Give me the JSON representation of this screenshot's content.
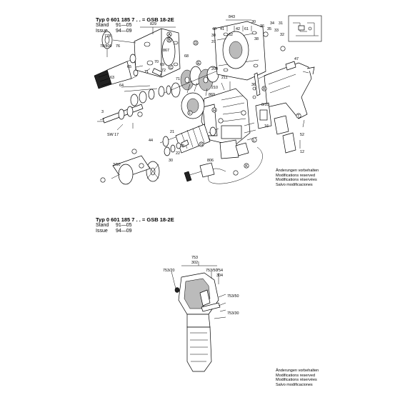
{
  "header_top": {
    "type_line": "Typ 0 601 185 7 . . = GSB 18-2E",
    "stand_key": "Stand",
    "stand_val": "91—05",
    "issue_key": "Issue",
    "issue_val": "94—09"
  },
  "header_bottom": {
    "type_line": "Typ 0 601 185 7 . . = GSB 18-2E",
    "stand_key": "Stand",
    "stand_val": "91—05",
    "issue_key": "Issue",
    "issue_val": "94—09"
  },
  "notes_top": [
    "Änderungen vorbehalten",
    "Modifications reserved",
    "Modifications réservées",
    "Salvo modificaciones"
  ],
  "notes_bottom": [
    "Änderungen vorbehalten",
    "Modifications reserved",
    "Modifications réservées",
    "Salvo modificaciones"
  ],
  "circle_letters": [
    "A",
    "B",
    "C",
    "D",
    "E",
    "F",
    "G",
    "H",
    "K",
    "L",
    "R",
    "T"
  ],
  "labels": [
    "829",
    "843",
    "778",
    "78/800",
    "76",
    "867",
    "65",
    "63",
    "64",
    "71",
    "72",
    "71",
    "70",
    "69",
    "68",
    "62",
    "40",
    "41",
    "30",
    "37",
    "42",
    "61",
    "38",
    "36",
    "35",
    "34",
    "33",
    "32",
    "31",
    "30",
    "47",
    "52",
    "12",
    "806",
    "3",
    "SW 17",
    "44",
    "3/50",
    "30",
    "22",
    "23",
    "21",
    "200",
    "211",
    "210",
    "869",
    "36",
    "16",
    "8/10",
    "753",
    "302",
    "753/20",
    "753/50",
    "754",
    "304",
    "753/50",
    "753/30"
  ]
}
